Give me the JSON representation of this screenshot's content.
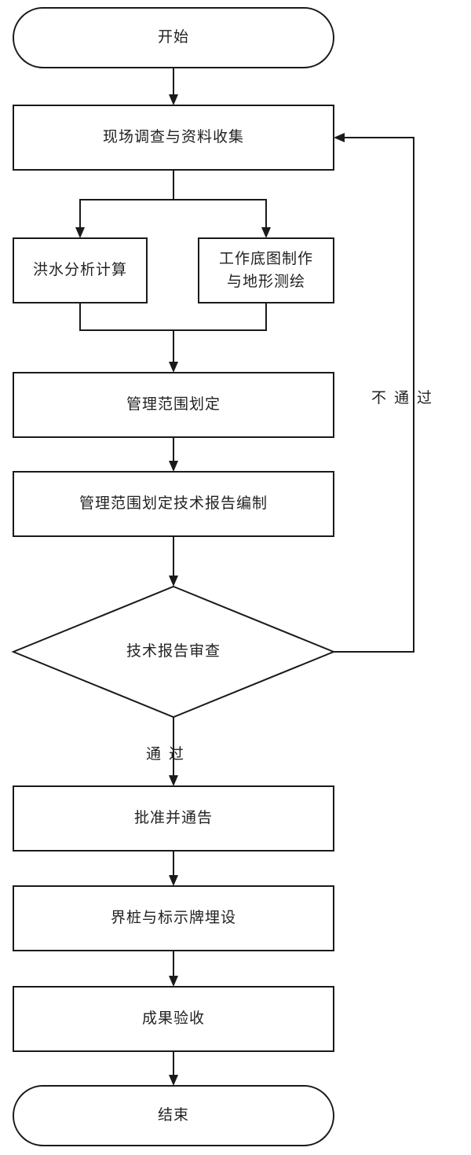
{
  "nodes": {
    "start": "开始",
    "survey": "现场调查与资料收集",
    "flood": "洪水分析计算",
    "basemap": "工作底图制作\n与地形测绘",
    "delineate": "管理范围划定",
    "report": "管理范围划定技术报告编制",
    "review": "技术报告审查",
    "approve": "批准并通告",
    "markers": "界桩与标示牌埋设",
    "acceptance": "成果验收",
    "end": "结束"
  },
  "edges": {
    "fail": "不通过",
    "pass": "通过"
  }
}
